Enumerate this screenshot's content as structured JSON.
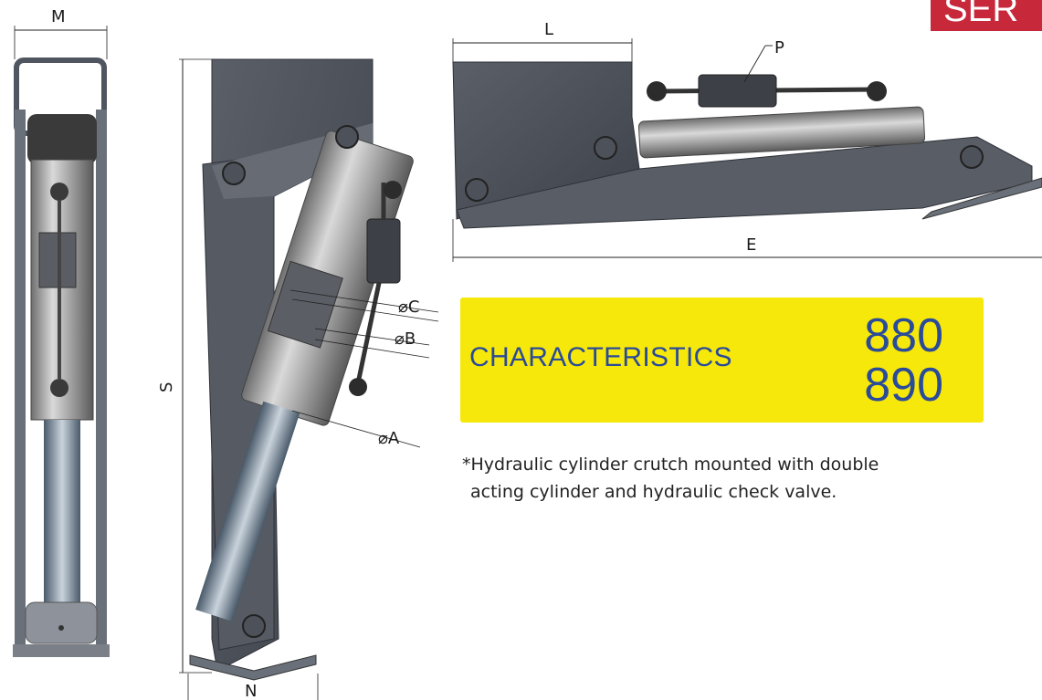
{
  "brand_badge": "SER",
  "dimensions": {
    "M": "M",
    "S": "S",
    "N": "N",
    "C": "⌀C",
    "B": "⌀B",
    "A": "⌀A",
    "L": "L",
    "P": "P",
    "E": "E"
  },
  "characteristics": {
    "title": "CHARACTERISTICS",
    "models": [
      "880",
      "890"
    ]
  },
  "note": {
    "line1": "*Hydraulic cylinder crutch mounted with double",
    "line2": "acting cylinder and hydraulic check valve."
  },
  "colors": {
    "brand_red": "#c7283a",
    "highlight_yellow": "#f6e80a",
    "text_blue": "#2a4a9a",
    "frame_steel": "#4f545c"
  }
}
